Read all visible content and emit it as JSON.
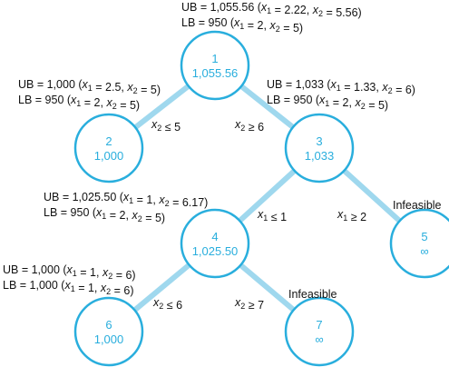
{
  "nodes": [
    {
      "id": "n1",
      "label": "1",
      "value": "1,055.56"
    },
    {
      "id": "n2",
      "label": "2",
      "value": "1,000"
    },
    {
      "id": "n3",
      "label": "3",
      "value": "1,033"
    },
    {
      "id": "n4",
      "label": "4",
      "value": "1,025.50"
    },
    {
      "id": "n5",
      "label": "5",
      "value": "∞"
    },
    {
      "id": "n6",
      "label": "6",
      "value": "1,000"
    },
    {
      "id": "n7",
      "label": "7",
      "value": "∞"
    }
  ],
  "bounds": [
    {
      "node": "n1",
      "ub": "UB = 1,055.56 (x1 = 2.22, x2 = 5.56)",
      "lb": "LB = 950 (x1 = 2, x2 = 5)"
    },
    {
      "node": "n2",
      "ub": "UB = 1,000 (x1 = 2.5, x2 = 5)",
      "lb": "LB = 950 (x1 = 2, x2 = 5)"
    },
    {
      "node": "n3",
      "ub": "UB = 1,033 (x1 = 1.33, x2 = 6)",
      "lb": "LB = 950 (x1 = 2, x2 = 5)"
    },
    {
      "node": "n4",
      "ub": "UB = 1,025.50 (x1 = 1, x2 = 6.17)",
      "lb": "LB = 950 (x1 = 2, x2 = 5)"
    },
    {
      "node": "n6",
      "ub": "UB = 1,000 (x1 = 1, x2 = 6)",
      "lb": "LB = 1,000 (x1 = 1, x2 = 6)"
    }
  ],
  "branches": [
    {
      "from": "n1",
      "to": "n2",
      "text": "x2 ≤ 5"
    },
    {
      "from": "n1",
      "to": "n3",
      "text": "x2 ≥ 6"
    },
    {
      "from": "n3",
      "to": "n4",
      "text": "x1 ≤ 1"
    },
    {
      "from": "n3",
      "to": "n5",
      "text": "x1 ≥ 2"
    },
    {
      "from": "n4",
      "to": "n6",
      "text": "x2 ≤ 6"
    },
    {
      "from": "n4",
      "to": "n7",
      "text": "x2 ≥ 7"
    }
  ],
  "status_labels": [
    {
      "node": "n5",
      "text": "Infeasible"
    },
    {
      "node": "n7",
      "text": "Infeasible"
    }
  ],
  "colors": {
    "node_stroke": "#29aedd",
    "node_text": "#29aedd",
    "edge": "#9fd8ee",
    "text": "#111111"
  }
}
